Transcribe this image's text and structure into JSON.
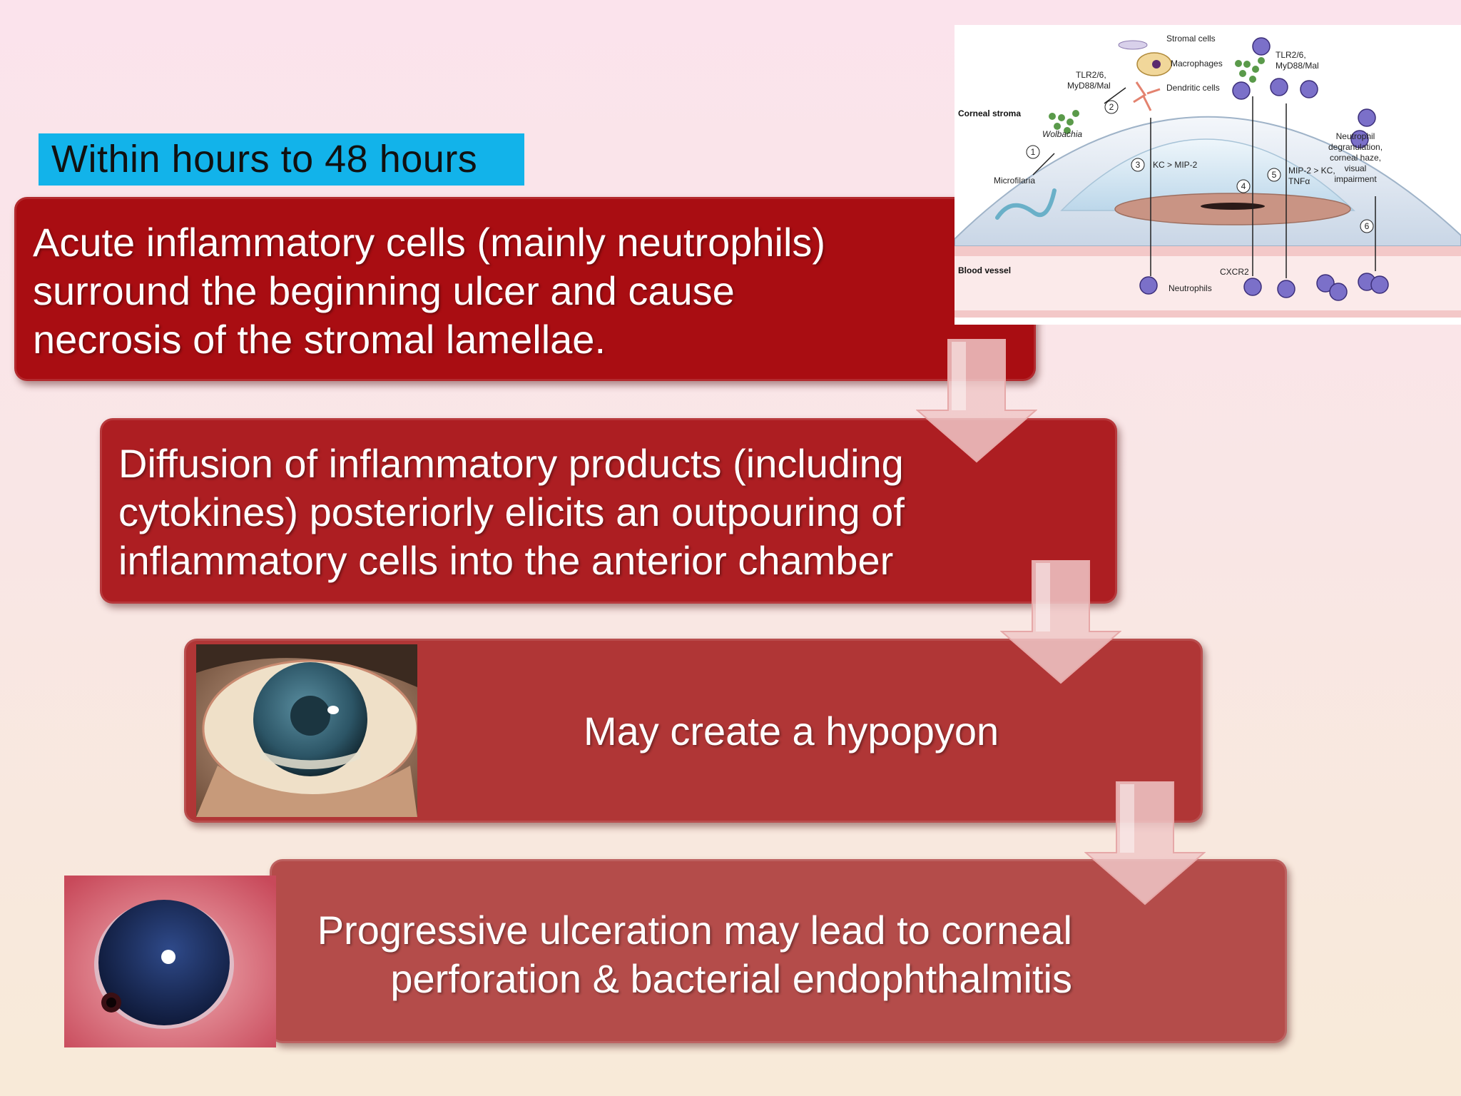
{
  "time_label": "Within hours to 48 hours",
  "steps": [
    {
      "text": "Acute inflammatory cells (mainly neutrophils)\nsurround the beginning ulcer and cause\nnecrosis of the stromal lamellae."
    },
    {
      "text": "Diffusion of inflammatory products (including\ncytokines) posteriorly elicits an outpouring of\ninflammatory cells into the anterior chamber"
    },
    {
      "text": "May create a hypopyon"
    },
    {
      "text": "Progressive ulceration may lead to corneal\nperforation & bacterial endophthalmitis"
    }
  ],
  "diagram": {
    "labels": {
      "stromal_cells": "Stromal cells",
      "macrophages": "Macrophages",
      "dendritic_cells": "Dendritic cells",
      "tlr_left_1": "TLR2/6,",
      "tlr_left_2": "MyD88/Mal",
      "tlr_right_1": "TLR2/6,",
      "tlr_right_2": "MyD88/Mal",
      "corneal_stroma": "Corneal stroma",
      "wolbachia": "Wolbachia",
      "microfilaria": "Microfilaria",
      "kc_mip2": "KC > MIP-2",
      "mip2_kc": "MIP-2 > KC,",
      "tnfa": "TNFα",
      "neutrophil_1": "Neutrophil",
      "neutrophil_2": "degranulation,",
      "neutrophil_3": "corneal haze,",
      "neutrophil_4": "visual",
      "neutrophil_5": "impairment",
      "blood_vessel": "Blood vessel",
      "cxcr2": "CXCR2",
      "neutrophils": "Neutrophils"
    },
    "step_numbers": [
      "1",
      "2",
      "3",
      "4",
      "5",
      "6"
    ]
  },
  "colors": {
    "time_label_bg": "#12b3ea",
    "step1": "#a90d12",
    "step2": "#ad1e22",
    "step3": "#b03636",
    "step4": "#b44c4a",
    "arrow": "#f0c8c8"
  },
  "icons": [
    "down-arrow-icon",
    "down-arrow-icon",
    "down-arrow-icon"
  ]
}
